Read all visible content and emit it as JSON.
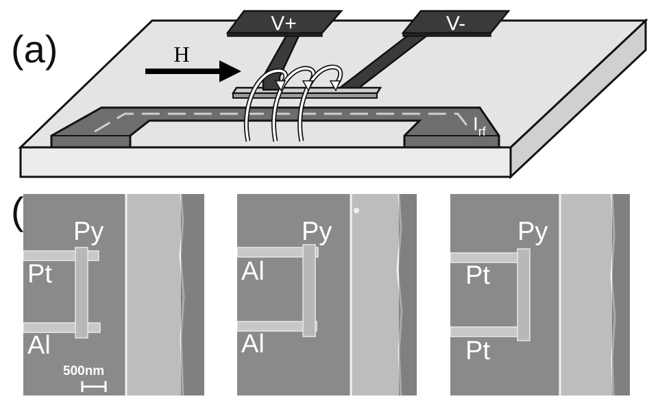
{
  "panel_a": {
    "label": "(a)",
    "field_label": "H",
    "pad_plus": "V+",
    "pad_minus": "V-",
    "current_label_main": "I",
    "current_label_sub": "rf"
  },
  "panel_b": {
    "label": "(b)",
    "images": [
      {
        "top_label": "Py",
        "upper_wire": "Pt",
        "lower_wire": "Al",
        "scale_bar": "500nm"
      },
      {
        "top_label": "Py",
        "upper_wire": "Al",
        "lower_wire": "Al"
      },
      {
        "top_label": "Py",
        "upper_wire": "Pt",
        "lower_wire": "Pt"
      }
    ]
  },
  "colors": {
    "substrate_top": "#e4e4e4",
    "substrate_side": "#ececec",
    "electrode": "#3a3a3a",
    "waveguide": "#6e6e6e",
    "sem_background": "#8a8a8a"
  }
}
